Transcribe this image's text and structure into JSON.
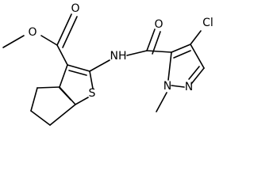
{
  "molecule": {
    "atoms": {
      "ester_carbonyl_o": "O",
      "ester_o": "O",
      "thiophene_s": "S",
      "amide_nh": "NH",
      "amide_o": "O",
      "chlorine": "Cl",
      "pyrazole_n1": "N",
      "pyrazole_n2": "N"
    }
  }
}
